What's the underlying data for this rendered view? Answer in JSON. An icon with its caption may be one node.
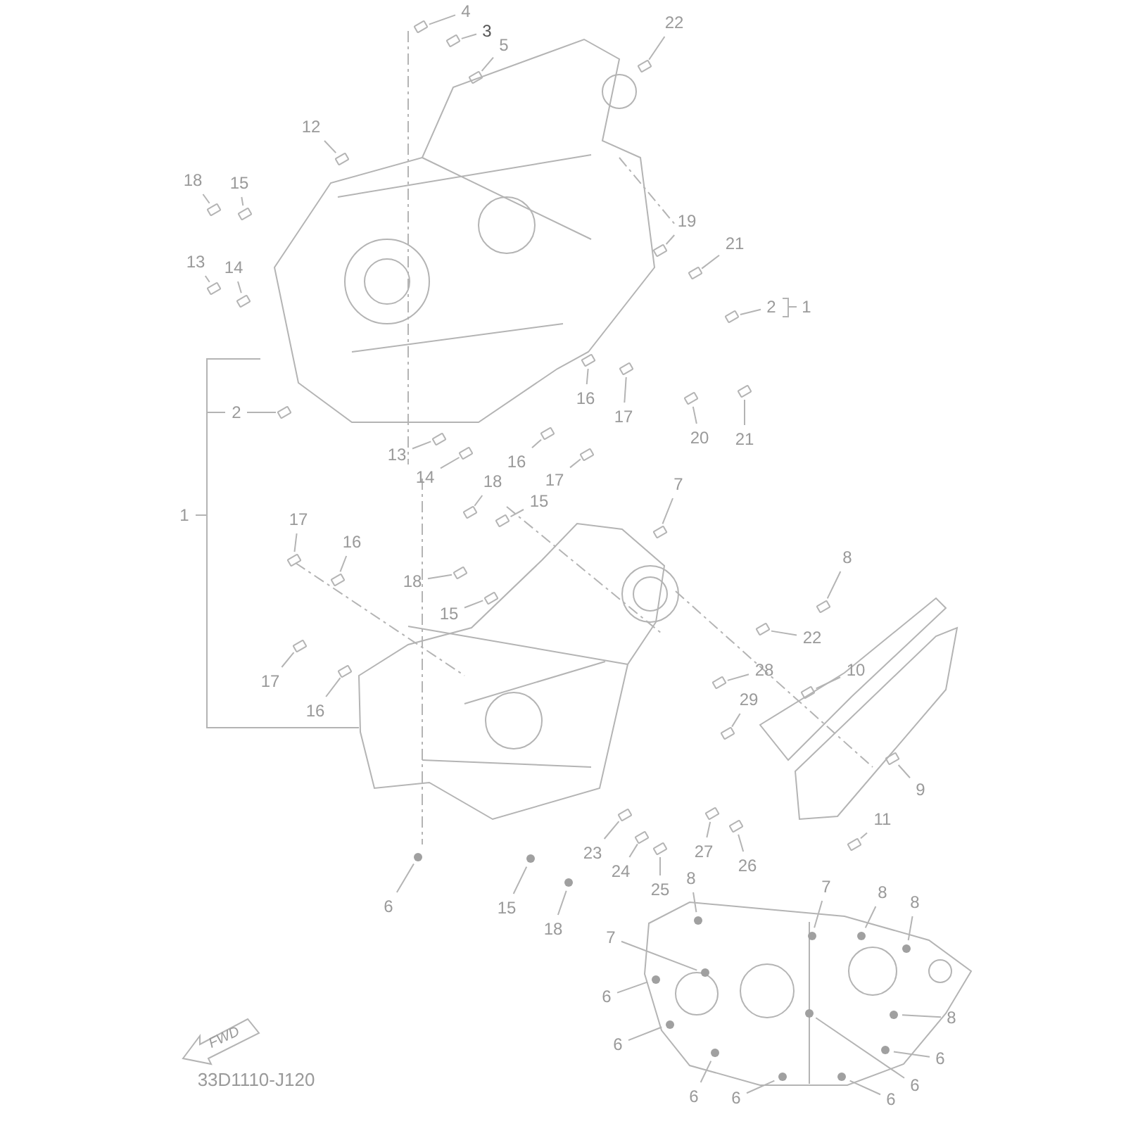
{
  "diagram": {
    "nodes": [
      {
        "text": [
          "4"
        ]
      },
      {
        "text": [
          "3"
        ]
      },
      {
        "text": [
          "22"
        ]
      },
      {
        "text": [
          "5"
        ]
      },
      {
        "text": [
          "12"
        ]
      },
      {
        "text": [
          "18"
        ]
      },
      {
        "text": [
          "15"
        ]
      },
      {
        "text": [
          "19"
        ]
      },
      {
        "text": [
          "21"
        ]
      },
      {
        "text": [
          "13"
        ]
      },
      {
        "text": [
          "14"
        ]
      },
      {
        "text": [
          "2"
        ]
      },
      {
        "text": [
          "2"
        ]
      },
      {
        "text": [
          "16"
        ]
      },
      {
        "text": [
          "17"
        ]
      },
      {
        "text": [
          "20"
        ]
      },
      {
        "text": [
          "21"
        ]
      },
      {
        "text": [
          "13"
        ]
      },
      {
        "text": [
          "16"
        ]
      },
      {
        "text": [
          "14"
        ]
      },
      {
        "text": [
          "17"
        ]
      },
      {
        "text": [
          "18"
        ]
      },
      {
        "text": [
          "7"
        ]
      },
      {
        "text": [
          "15"
        ]
      },
      {
        "text": [
          "17"
        ]
      },
      {
        "text": [
          "16"
        ]
      },
      {
        "text": [
          "8"
        ]
      },
      {
        "text": [
          "18"
        ]
      },
      {
        "text": [
          "15"
        ]
      },
      {
        "text": [
          "22"
        ]
      },
      {
        "text": [
          "28"
        ]
      },
      {
        "text": [
          "10"
        ]
      },
      {
        "text": [
          "29"
        ]
      },
      {
        "text": [
          "17"
        ]
      },
      {
        "text": [
          "16"
        ]
      },
      {
        "text": [
          "9"
        ]
      },
      {
        "text": [
          "11"
        ]
      },
      {
        "text": [
          "27"
        ]
      },
      {
        "text": [
          "23"
        ]
      },
      {
        "text": [
          "26"
        ]
      },
      {
        "text": [
          "24"
        ]
      },
      {
        "text": [
          "25"
        ]
      },
      {
        "text": [
          "8"
        ]
      },
      {
        "text": [
          "7"
        ]
      },
      {
        "text": [
          "8"
        ]
      },
      {
        "text": [
          "6"
        ]
      },
      {
        "text": [
          "15"
        ]
      },
      {
        "text": [
          "8"
        ]
      },
      {
        "text": [
          "18"
        ]
      },
      {
        "text": [
          "7"
        ]
      },
      {
        "text": [
          "6"
        ]
      },
      {
        "text": [
          "8"
        ]
      },
      {
        "text": [
          "6"
        ]
      },
      {
        "text": [
          "6"
        ]
      },
      {
        "text": [
          "6"
        ]
      },
      {
        "text": [
          "6"
        ]
      },
      {
        "text": [
          "6"
        ]
      },
      {
        "text": [
          "6"
        ]
      },
      {
        "text": [
          "FWD"
        ]
      },
      {
        "text": [],
        "shape": "box"
      },
      {
        "text": [],
        "shape": "box"
      },
      {
        "text": [],
        "shape": "box"
      },
      {
        "text": [],
        "shape": "box"
      },
      {
        "text": [],
        "shape": "box"
      },
      {
        "text": [],
        "shape": "box"
      },
      {
        "text": [],
        "shape": "box"
      },
      {
        "text": [],
        "shape": "box"
      },
      {
        "text": [],
        "shape": "box"
      },
      {
        "text": [],
        "shape": "box"
      },
      {
        "text": [],
        "shape": "box"
      },
      {
        "text": [],
        "shape": "box"
      },
      {
        "text": [],
        "shape": "box"
      },
      {
        "text": [],
        "shape": "box"
      },
      {
        "text": [],
        "shape": "box"
      },
      {
        "text": [],
        "shape": "box"
      },
      {
        "text": [],
        "shape": "box"
      },
      {
        "text": [],
        "shape": "box"
      },
      {
        "text": [],
        "shape": "box"
      },
      {
        "text": [],
        "shape": "box"
      },
      {
        "text": [],
        "shape": "box"
      },
      {
        "text": [],
        "shape": "box"
      },
      {
        "text": [],
        "shape": "box"
      },
      {
        "text": [],
        "shape": "box"
      },
      {
        "text": [],
        "shape": "box"
      },
      {
        "text": [],
        "shape": "box"
      },
      {
        "text": [],
        "shape": "box"
      },
      {
        "text": [],
        "shape": "box"
      },
      {
        "text": [],
        "shape": "box"
      },
      {
        "text": [],
        "shape": "box"
      },
      {
        "text": [],
        "shape": "box"
      },
      {
        "text": [],
        "shape": "box"
      },
      {
        "text": [],
        "shape": "box"
      },
      {
        "text": [],
        "shape": "box"
      },
      {
        "text": [],
        "shape": "box"
      },
      {
        "text": [],
        "shape": "box"
      },
      {
        "text": [],
        "shape": "box"
      },
      {
        "text": [],
        "shape": "box"
      },
      {
        "text": [],
        "shape": "box"
      },
      {
        "text": [],
        "shape": "box"
      },
      {
        "text": [],
        "shape": "box"
      },
      {
        "text": [],
        "shape": "box"
      },
      {
        "text": [],
        "shape": "circle"
      },
      {
        "text": [],
        "shape": "circle"
      },
      {
        "text": [],
        "shape": "circle"
      },
      {
        "text": [],
        "shape": "circle"
      },
      {
        "text": [],
        "shape": "circle"
      },
      {
        "text": [],
        "shape": "circle"
      },
      {
        "text": [],
        "shape": "circle"
      },
      {
        "text": [],
        "shape": "circle"
      },
      {
        "text": [],
        "shape": "circle"
      },
      {
        "text": [],
        "shape": "circle"
      },
      {
        "text": [],
        "shape": "circle"
      },
      {
        "text": [],
        "shape": "circle"
      },
      {
        "text": [],
        "shape": "circle"
      },
      {
        "text": [],
        "shape": "circle"
      },
      {
        "text": [],
        "shape": "circle"
      },
      {
        "text": [],
        "shape": "circle"
      }
    ],
    "edges": [
      {
        "from": 0,
        "to": 59,
        "arrow": "none"
      },
      {
        "from": 1,
        "to": 60,
        "arrow": "none"
      },
      {
        "from": 2,
        "to": 61,
        "arrow": "none"
      },
      {
        "from": 3,
        "to": 62,
        "arrow": "none"
      },
      {
        "from": 4,
        "to": 63,
        "arrow": "none"
      },
      {
        "from": 5,
        "to": 64,
        "arrow": "none"
      },
      {
        "from": 6,
        "to": 65,
        "arrow": "none"
      },
      {
        "from": 7,
        "to": 66,
        "arrow": "none"
      },
      {
        "from": 8,
        "to": 67,
        "arrow": "none"
      },
      {
        "from": 9,
        "to": 68,
        "arrow": "none"
      },
      {
        "from": 10,
        "to": 69,
        "arrow": "none"
      },
      {
        "from": 11,
        "to": 70,
        "arrow": "none"
      },
      {
        "from": 12,
        "to": 71,
        "arrow": "none"
      },
      {
        "from": 13,
        "to": 72,
        "arrow": "none"
      },
      {
        "from": 14,
        "to": 73,
        "arrow": "none"
      },
      {
        "from": 15,
        "to": 74,
        "arrow": "none"
      },
      {
        "from": 16,
        "to": 75,
        "arrow": "none"
      },
      {
        "from": 17,
        "to": 76,
        "arrow": "none"
      },
      {
        "from": 18,
        "to": 77,
        "arrow": "none"
      },
      {
        "from": 19,
        "to": 78,
        "arrow": "none"
      },
      {
        "from": 20,
        "to": 79,
        "arrow": "none"
      },
      {
        "from": 21,
        "to": 80,
        "arrow": "none"
      },
      {
        "from": 22,
        "to": 81,
        "arrow": "none"
      },
      {
        "from": 23,
        "to": 82,
        "arrow": "none"
      },
      {
        "from": 24,
        "to": 83,
        "arrow": "none"
      },
      {
        "from": 25,
        "to": 84,
        "arrow": "none"
      },
      {
        "from": 26,
        "to": 85,
        "arrow": "none"
      },
      {
        "from": 27,
        "to": 86,
        "arrow": "none"
      },
      {
        "from": 28,
        "to": 87,
        "arrow": "none"
      },
      {
        "from": 29,
        "to": 88,
        "arrow": "none"
      },
      {
        "from": 30,
        "to": 89,
        "arrow": "none"
      },
      {
        "from": 31,
        "to": 90,
        "arrow": "none"
      },
      {
        "from": 32,
        "to": 91,
        "arrow": "none"
      },
      {
        "from": 33,
        "to": 92,
        "arrow": "none"
      },
      {
        "from": 34,
        "to": 93,
        "arrow": "none"
      },
      {
        "from": 35,
        "to": 94,
        "arrow": "none"
      },
      {
        "from": 36,
        "to": 95,
        "arrow": "none"
      },
      {
        "from": 37,
        "to": 96,
        "arrow": "none"
      },
      {
        "from": 38,
        "to": 97,
        "arrow": "none"
      },
      {
        "from": 39,
        "to": 98,
        "arrow": "none"
      },
      {
        "from": 40,
        "to": 99,
        "arrow": "none"
      },
      {
        "from": 41,
        "to": 100,
        "arrow": "none"
      },
      {
        "from": 42,
        "to": 101,
        "arrow": "none"
      },
      {
        "from": 43,
        "to": 102,
        "arrow": "none"
      },
      {
        "from": 44,
        "to": 103,
        "arrow": "none"
      },
      {
        "from": 45,
        "to": 104,
        "arrow": "none"
      },
      {
        "from": 46,
        "to": 105,
        "arrow": "none"
      },
      {
        "from": 47,
        "to": 106,
        "arrow": "none"
      },
      {
        "from": 48,
        "to": 107,
        "arrow": "none"
      },
      {
        "from": 49,
        "to": 108,
        "arrow": "none"
      },
      {
        "from": 50,
        "to": 109,
        "arrow": "none"
      },
      {
        "from": 51,
        "to": 110,
        "arrow": "none"
      },
      {
        "from": 52,
        "to": 111,
        "arrow": "none"
      },
      {
        "from": 53,
        "to": 112,
        "arrow": "none"
      },
      {
        "from": 54,
        "to": 113,
        "arrow": "none"
      },
      {
        "from": 55,
        "to": 114,
        "arrow": "none"
      },
      {
        "from": 56,
        "to": 115,
        "arrow": "none"
      },
      {
        "from": 57,
        "to": 116,
        "arrow": "none"
      }
    ],
    "labels": [
      "1",
      "1",
      "33D1110-J120"
    ]
  }
}
